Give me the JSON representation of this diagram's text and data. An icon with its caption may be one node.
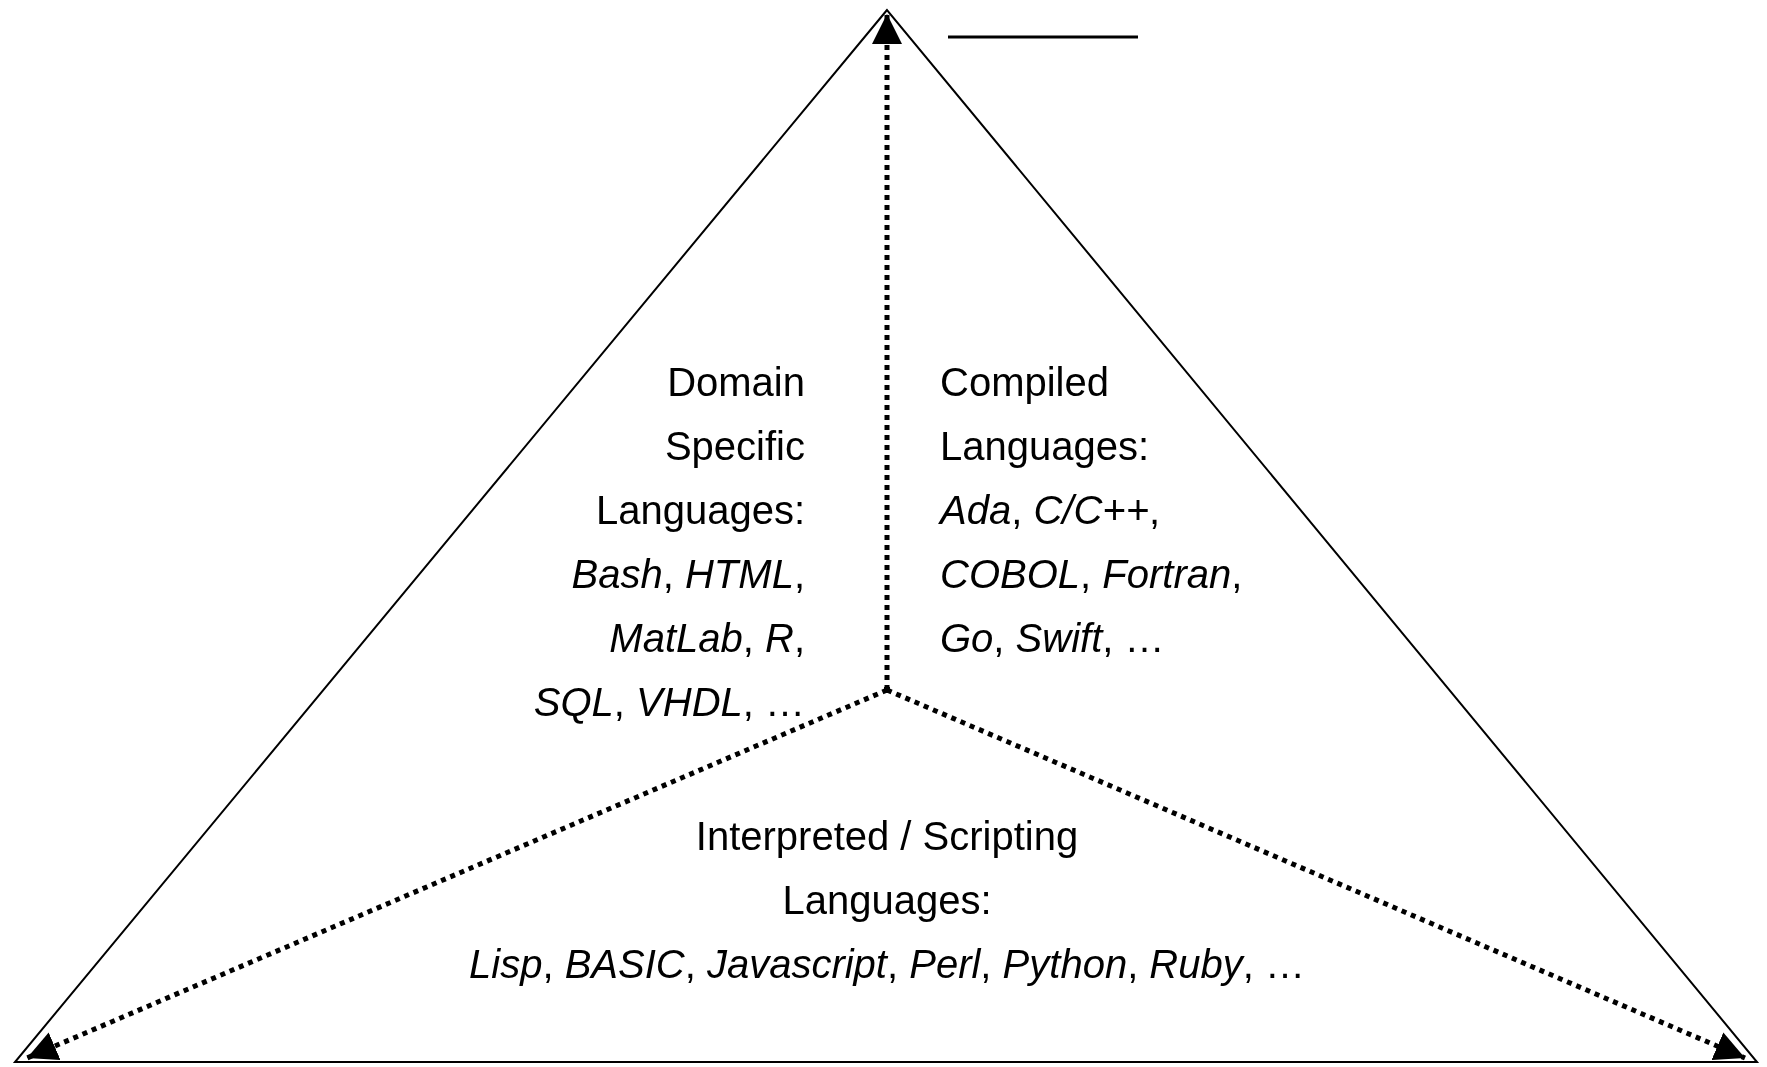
{
  "diagram": {
    "nodes": [
      {
        "text": [],
        "shape": "triangle"
      },
      {
        "text": [],
        "shape": "point",
        "in": 0
      }
    ],
    "edges": [
      {
        "from": 1,
        "to": 0,
        "arrow": "to",
        "style": "dashed"
      },
      {
        "from": 1,
        "to": 0,
        "arrow": "to",
        "style": "dashed"
      },
      {
        "from": 1,
        "to": 0,
        "arrow": "to",
        "style": "dashed"
      }
    ],
    "labels": [
      "Domain Specific Languages:",
      "*Bash*, *HTML*, *MatLab*, *R*, *SQL*, *VHDL*, …",
      "Compiled Languages:",
      "*Ada*, *C/C++*, *COBOL*, *Fortran*, *Go*, *Swift*, …",
      "Interpreted / Scripting Languages:",
      "*Lisp*, *BASIC*, *Javascript*, *Perl*, *Python*, *Ruby*, …"
    ]
  }
}
